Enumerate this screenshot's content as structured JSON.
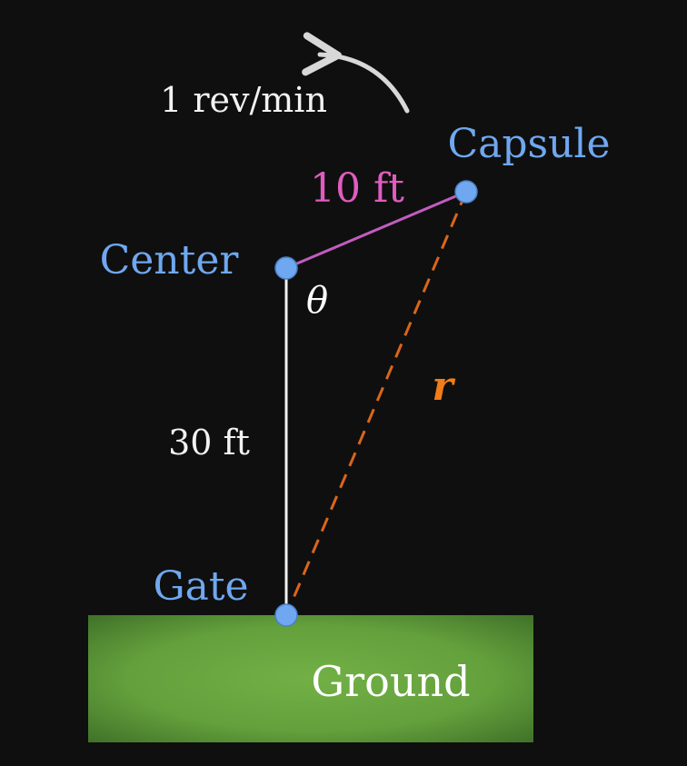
{
  "rotation_label": "1 rev/min",
  "points": {
    "center": "Center",
    "capsule": "Capsule",
    "gate": "Gate"
  },
  "lengths": {
    "arm": "10 ft",
    "height": "30 ft"
  },
  "variables": {
    "angle": "θ",
    "distance": "r"
  },
  "ground_label": "Ground",
  "colors": {
    "background": "#0f0f0f",
    "point": "#6fa8f0",
    "arm": "#c25cc0",
    "arm_label": "#e05cc0",
    "distance": "#d9661a",
    "distance_label": "#f07d1a",
    "pole": "#f2f2f2",
    "ground": "#5f9e3c"
  }
}
